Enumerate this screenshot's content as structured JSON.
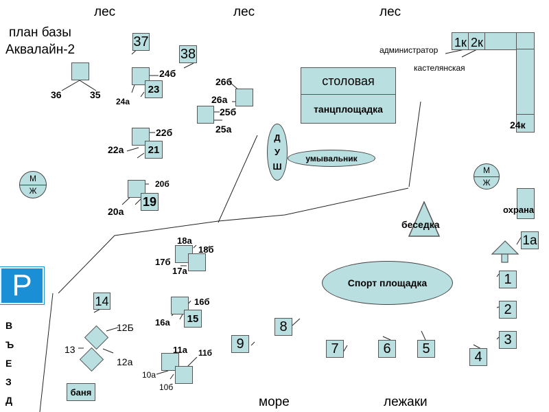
{
  "title": {
    "line1": "план базы",
    "line2": "Аквалайн-2"
  },
  "edges": {
    "forest": [
      "лес",
      "лес",
      "лес"
    ],
    "sea": "море",
    "loungers": "лежаки"
  },
  "entrance": {
    "letters": [
      "В",
      "Ъ",
      "Е",
      "З",
      "Д"
    ],
    "parking_symbol": "P"
  },
  "colors": {
    "building_fill": "#b9dfe0",
    "parking_blue": "#1b8fd6",
    "outline": "#555555"
  },
  "facilities": {
    "dining": "столовая",
    "dance_floor": "танцплощадка",
    "shower": [
      "Д",
      "У",
      "Ш"
    ],
    "washstand": "умывальник",
    "gazebo": "беседка",
    "security": "охрана",
    "sports_ground": "Спорт площадка",
    "bathhouse": "баня",
    "administrator": "администратор",
    "linen_room": "кастелянская",
    "wc_left": {
      "top": "М",
      "bottom": "Ж"
    },
    "wc_right": {
      "top": "М",
      "bottom": "Ж"
    }
  },
  "korpus": {
    "k1": "1к",
    "k2": "2к",
    "k24": "24к"
  },
  "houses": {
    "h37": "37",
    "h38": "38",
    "h36": "36",
    "h35": "35",
    "h24b": "24б",
    "h24a": "24а",
    "h23": "23",
    "h22b": "22б",
    "h22a": "22а",
    "h21": "21",
    "h20b": "20б",
    "h20a": "20а",
    "h19": "19",
    "h26b": "26б",
    "h26a": "26а",
    "h25b": "25б",
    "h25a": "25а",
    "h18a": "18а",
    "h18b": "18б",
    "h17b": "17б",
    "h17a": "17а",
    "h16b": "16б",
    "h16a": "16а",
    "h15": "15",
    "h14": "14",
    "h12B": "12Б",
    "h13": "13",
    "h12a": "12а",
    "h11a": "11а",
    "h11b": "11б",
    "h10a": "10а",
    "h10b": "10б",
    "h9": "9",
    "h8": "8",
    "h7": "7",
    "h6": "6",
    "h5": "5",
    "h4": "4",
    "h3": "3",
    "h2": "2",
    "h1": "1",
    "h1a": "1а"
  }
}
